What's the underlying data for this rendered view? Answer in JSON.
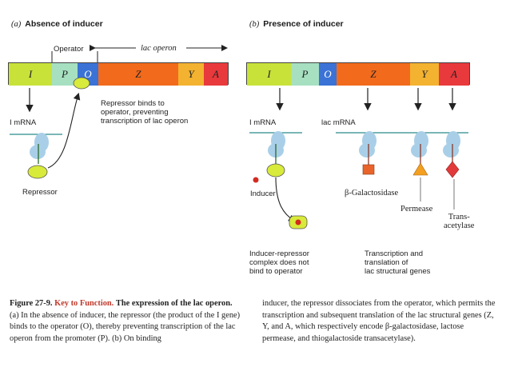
{
  "panel_a": {
    "title_letter": "(a)",
    "title": "Absence of inducer",
    "operator_label": "Operator",
    "lac_operon_label": "lac operon",
    "genes": [
      "I",
      "P",
      "O",
      "Z",
      "Y",
      "A"
    ],
    "i_mrna_label": "I mRNA",
    "repressor_label": "Repressor",
    "repressor_binds_text": [
      "Repressor binds to",
      "operator, preventing",
      "transcription of lac operon"
    ]
  },
  "panel_b": {
    "title_letter": "(b)",
    "title": "Presence of inducer",
    "genes": [
      "I",
      "P",
      "O",
      "Z",
      "Y",
      "A"
    ],
    "i_mrna_label": "I mRNA",
    "lac_mrna_label": "lac  mRNA",
    "inducer_label": "Inducer",
    "complex_text": [
      "Inducer-repressor",
      "complex does not",
      "bind to operator"
    ],
    "galactosidase_label": "β-Galactosidase",
    "permease_label": "Permease",
    "transacetylase_label": [
      "Trans-",
      "acetylase"
    ],
    "transcription_text": [
      "Transcription and",
      "translation of",
      "lac  structural genes"
    ]
  },
  "caption": {
    "figure": "Figure 27-9.",
    "key": "Key to Function.",
    "title": "The expression of the lac operon.",
    "left_text": "(a) In the absence of inducer, the repressor (the product of the I gene) binds to the operator (O), thereby preventing transcription of the lac operon from the promoter (P). (b) On binding",
    "right_text": "inducer, the repressor dissociates from the operator, which permits the transcription and subsequent translation of the lac structural genes (Z, Y, and A, which respectively encode β-galactosidase, lactose permease, and thiogalactoside transacetylase)."
  },
  "colors": {
    "I": "#c8e23a",
    "P": "#a6e0c0",
    "O": "#3a72d6",
    "Z": "#f26a1b",
    "Y": "#f3b230",
    "A": "#e8393c",
    "ribosome": "#a9cfe8",
    "repressor": "#d8ea3a",
    "inducer": "#d42a1f",
    "galactosidase": "#e8642a",
    "permease": "#f3a020",
    "transacetylase": "#e23a3a"
  }
}
